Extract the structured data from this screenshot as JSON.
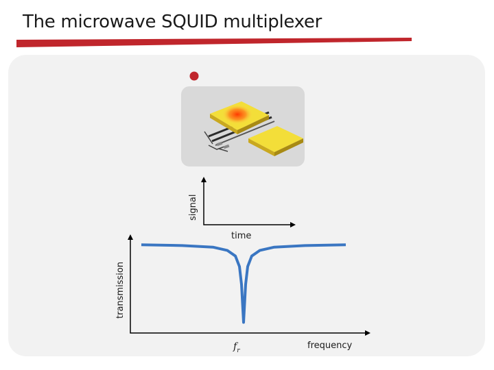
{
  "slide": {
    "title": "The microwave SQUID multiplexer"
  },
  "colors": {
    "accent_red": "#c0262c",
    "curve_blue": "#3a76c2",
    "panel_bg": "#f2f2f2"
  },
  "detector": {
    "indicator_icon": "red-dot-icon",
    "illustration_icon": "squid-chip-icon"
  },
  "signal_plot": {
    "ylabel": "signal",
    "xlabel": "time"
  },
  "resonance_plot": {
    "ylabel": "transmission",
    "xlabel": "frequency",
    "marker_label_main": "f",
    "marker_label_sub": "r"
  },
  "chart_data": {
    "type": "line",
    "title": "",
    "xlabel": "frequency",
    "ylabel": "transmission",
    "x": [
      0.0,
      0.2,
      0.35,
      0.42,
      0.46,
      0.48,
      0.49,
      0.5,
      0.51,
      0.52,
      0.54,
      0.58,
      0.65,
      0.8,
      1.0
    ],
    "y": [
      0.99,
      0.98,
      0.96,
      0.92,
      0.85,
      0.72,
      0.5,
      0.03,
      0.5,
      0.72,
      0.85,
      0.92,
      0.96,
      0.98,
      0.99
    ],
    "xlim": [
      0,
      1
    ],
    "ylim": [
      0,
      1
    ],
    "grid": false
  }
}
